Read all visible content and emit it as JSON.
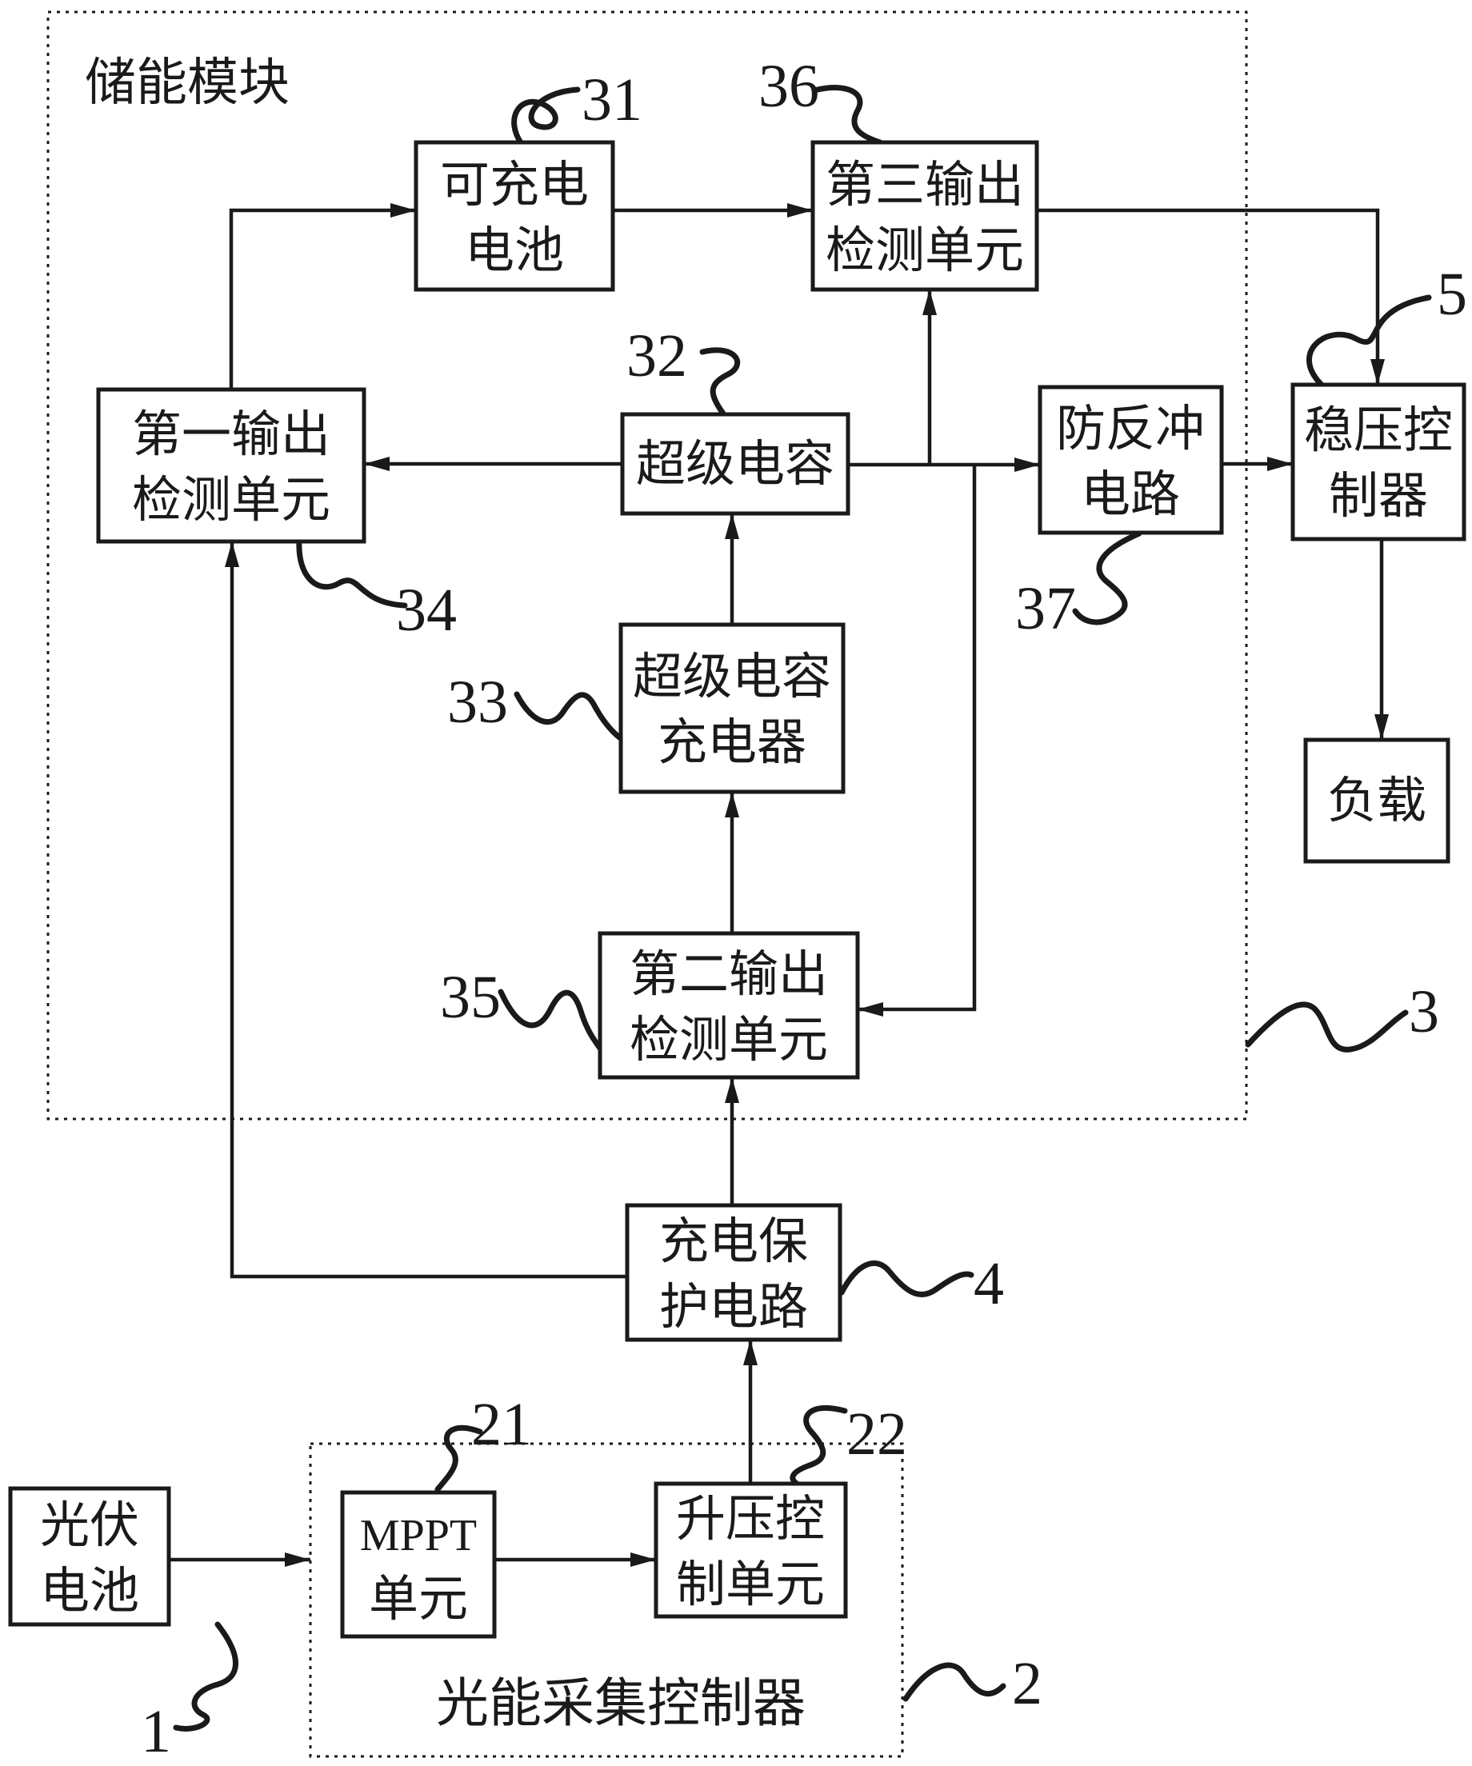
{
  "figure": {
    "background": "#ffffff",
    "ink": "#1a1a1a",
    "storage_module": {
      "label": "储能模块",
      "ref": "3"
    },
    "collector_module": {
      "label": "光能采集控制器",
      "ref": "2"
    },
    "blocks": {
      "rechargeable_battery": {
        "line1": "可充电",
        "line2": "电池",
        "ref": "31"
      },
      "third_output_detect": {
        "line1": "第三输出",
        "line2": "检测单元",
        "ref": "36"
      },
      "first_output_detect": {
        "line1": "第一输出",
        "line2": "检测单元",
        "ref": "34"
      },
      "supercapacitor": {
        "line1": "超级电容",
        "ref": "32"
      },
      "anti_backflow": {
        "line1": "防反冲",
        "line2": "电路",
        "ref": "37"
      },
      "voltage_regulator": {
        "line1": "稳压控",
        "line2": "制器",
        "ref": "5"
      },
      "load": {
        "line1": "负载"
      },
      "supercap_charger": {
        "line1": "超级电容",
        "line2": "充电器",
        "ref": "33"
      },
      "second_output_detect": {
        "line1": "第二输出",
        "line2": "检测单元",
        "ref": "35"
      },
      "charge_protection": {
        "line1": "充电保",
        "line2": "护电路",
        "ref": "4"
      },
      "pv_cell": {
        "line1": "光伏",
        "line2": "电池",
        "ref": "1"
      },
      "mppt_unit": {
        "line1": "MPPT",
        "line2": "单元",
        "ref": "21"
      },
      "boost_control": {
        "line1": "升压控",
        "line2": "制单元",
        "ref": "22"
      }
    }
  }
}
